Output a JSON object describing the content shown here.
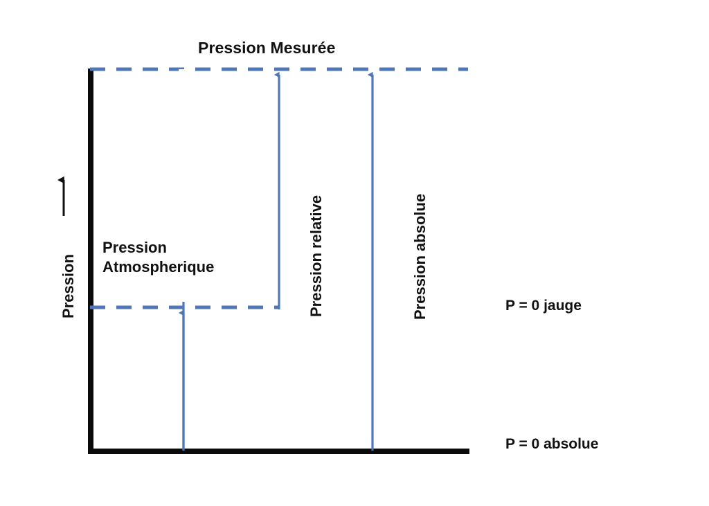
{
  "diagram": {
    "type": "pressure-reference-diagram",
    "title": "Pression Mesurée",
    "axis_label": "Pression",
    "colors": {
      "axis": "#000000",
      "dashed_line": "#4F77B8",
      "arrow": "#4F77B8",
      "text": "#111111",
      "background": "#FFFFFF"
    },
    "labels": {
      "measured_pressure": "Pression Mesurée",
      "atmospheric_line1": "Pression",
      "atmospheric_line2": "Atmospherique",
      "relative_pressure": "Pression relative",
      "absolute_pressure": "Pression absolue",
      "gauge_zero": "P = 0 jauge",
      "absolute_zero": "P = 0 absolue",
      "axis_pression": "Pression"
    },
    "levels": [
      {
        "name": "measured-pressure-level",
        "label": "Pression Mesurée",
        "style": "dashed"
      },
      {
        "name": "gauge-zero-level",
        "label": "P = 0 jauge",
        "style": "dashed"
      },
      {
        "name": "absolute-zero-level",
        "label": "P = 0 absolue",
        "style": "solid"
      }
    ],
    "measures": [
      {
        "name": "atmospheric-pressure",
        "label": "Pression Atmospherique",
        "from": "P = 0 absolue",
        "to": "P = 0 jauge"
      },
      {
        "name": "relative-pressure",
        "label": "Pression relative",
        "from": "P = 0 jauge",
        "to": "Pression Mesurée"
      },
      {
        "name": "absolute-pressure",
        "label": "Pression absolue",
        "from": "P = 0 absolue",
        "to": "Pression Mesurée"
      }
    ]
  }
}
